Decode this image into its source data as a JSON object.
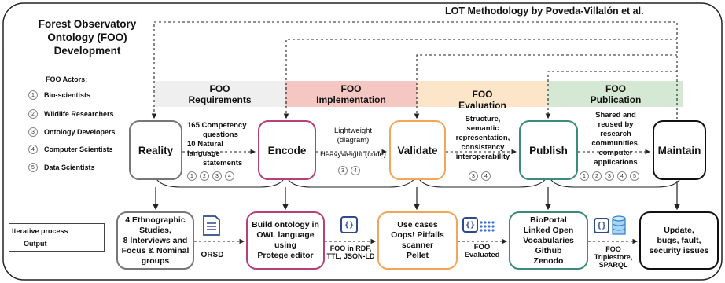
{
  "header": {
    "title_lines": [
      "Forest Observatory",
      "Ontology (FOO)",
      "Development"
    ],
    "methodology": "LOT Methodology by Poveda-Villalón et al."
  },
  "actors": {
    "title": "FOO Actors:",
    "items": [
      {
        "num": "1",
        "label": "Bio-scientists"
      },
      {
        "num": "2",
        "label": "Wildlife Researchers"
      },
      {
        "num": "3",
        "label": "Ontology Developers"
      },
      {
        "num": "4",
        "label": "Computer Scientists"
      },
      {
        "num": "5",
        "label": "Data Scientists"
      }
    ]
  },
  "phases": [
    {
      "line1": "FOO",
      "line2": "Requirements",
      "color": "#efefef"
    },
    {
      "line1": "FOO",
      "line2": "Implementation",
      "color": "#f4c7c3"
    },
    {
      "line1": "FOO",
      "line2": "Evaluation",
      "color": "#fde5c9"
    },
    {
      "line1": "FOO",
      "line2": "Publication",
      "color": "#d5e8d4"
    }
  ],
  "stages": [
    {
      "label": "Reality",
      "color": "#777777"
    },
    {
      "label": "Encode",
      "color": "#b5407a"
    },
    {
      "label": "Validate",
      "color": "#f2a65a"
    },
    {
      "label": "Publish",
      "color": "#3b8b7a"
    },
    {
      "label": "Maintain",
      "color": "#111111"
    }
  ],
  "descriptions": {
    "requirements": [
      "165  Competency",
      "questions",
      "10  Natural language",
      "statements"
    ],
    "requirements_actors": [
      "1",
      "2",
      "3",
      "4"
    ],
    "implementation": [
      "Lightweight",
      "(diagram)",
      "Heavyweight (code)"
    ],
    "implementation_actors": [
      "3",
      "4"
    ],
    "evaluation": [
      "Structure,",
      "semantic",
      "representation,",
      "consistency",
      "interoperability"
    ],
    "evaluation_actors": [
      "3",
      "4"
    ],
    "publication": [
      "Shared and",
      "reused by",
      "research",
      "communities,",
      "computer",
      "applications"
    ],
    "publication_actors": [
      "1",
      "2",
      "3",
      "4",
      "5"
    ]
  },
  "outputs": [
    {
      "lines": [
        "4 Ethnographic",
        "Studies,",
        "8 Interviews and",
        "Focus & Nominal",
        "groups"
      ],
      "color": "#777777"
    },
    {
      "lines": [
        "Build ontology in",
        "OWL language",
        "using",
        "Protege editor"
      ],
      "color": "#b5407a"
    },
    {
      "lines": [
        "Use cases",
        "Oops! Pitfalls",
        "scanner",
        "Pellet"
      ],
      "color": "#f2a65a"
    },
    {
      "lines": [
        "BioPortal",
        "Linked Open",
        "Vocabularies",
        "Github",
        "Zenodo"
      ],
      "color": "#3b8b7a"
    },
    {
      "lines": [
        "Update,",
        "bugs, fault,",
        "security issues"
      ],
      "color": "#111111"
    }
  ],
  "artifacts": {
    "orsd": "ORSD",
    "foo_formats": [
      "FOO in RDF,",
      "TTL, JSON-LD"
    ],
    "foo_evaluated": [
      "FOO",
      "Evaluated"
    ],
    "foo_triplestore": [
      "FOO",
      "Triplestore,",
      "SPARQL"
    ],
    "code_glyph": "{}"
  },
  "legend": {
    "iterative": "Iterative process",
    "output": "Output"
  }
}
